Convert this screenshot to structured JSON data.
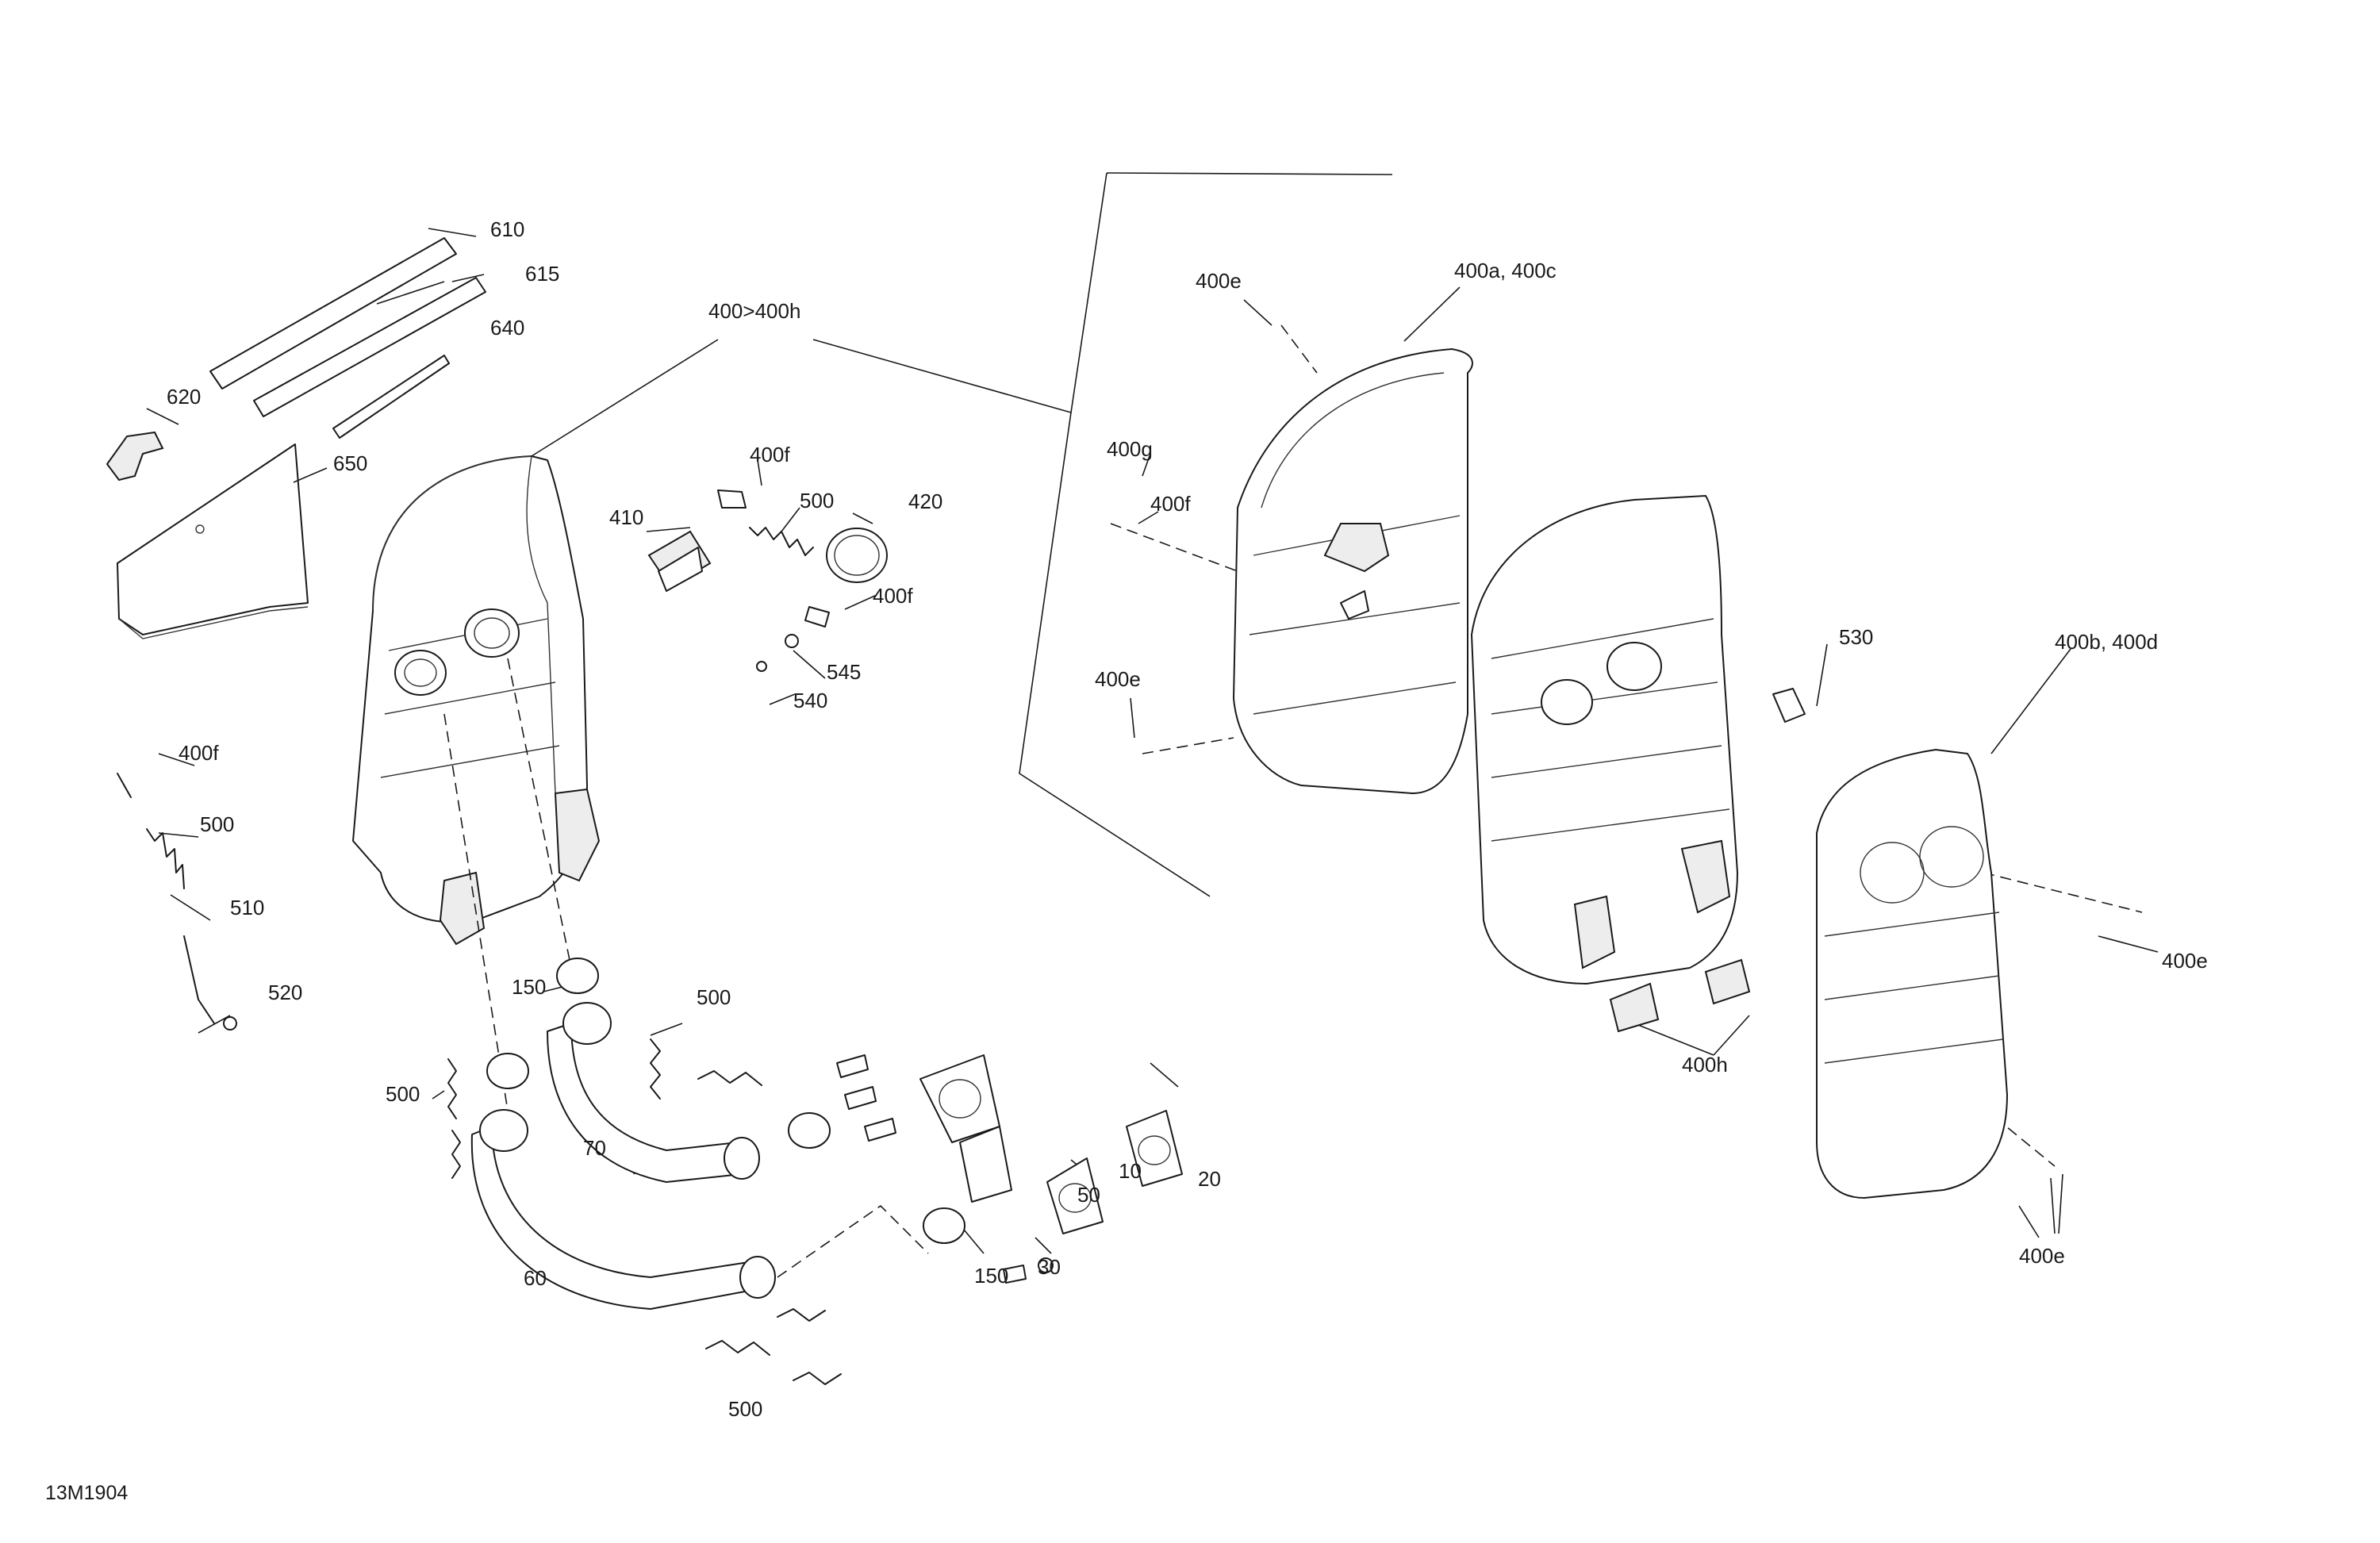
{
  "diagram_code": "13M1904",
  "labels": {
    "p610": "610",
    "p615": "615",
    "p640": "640",
    "p620": "620",
    "p650": "650",
    "p400_400h": "400>400h",
    "p400f_a": "400f",
    "p500_a": "500",
    "p420": "420",
    "p410": "410",
    "p400f_b": "400f",
    "p545": "545",
    "p540": "540",
    "p400f_c": "400f",
    "p500_b": "500",
    "p510": "510",
    "p520": "520",
    "p150_a": "150",
    "p500_c": "500",
    "p500_d": "500",
    "p70": "70",
    "p60": "60",
    "p500_e": "500",
    "p150_b": "150",
    "p30": "30",
    "p50": "50",
    "p10": "10",
    "p20": "20",
    "p400e_a": "400e",
    "p400a_c": "400a, 400c",
    "p400g": "400g",
    "p400f_d": "400f",
    "p400e_b": "400e",
    "p530": "530",
    "p400b_d": "400b, 400d",
    "p400e_c": "400e",
    "p400h": "400h",
    "p400e_d": "400e"
  }
}
